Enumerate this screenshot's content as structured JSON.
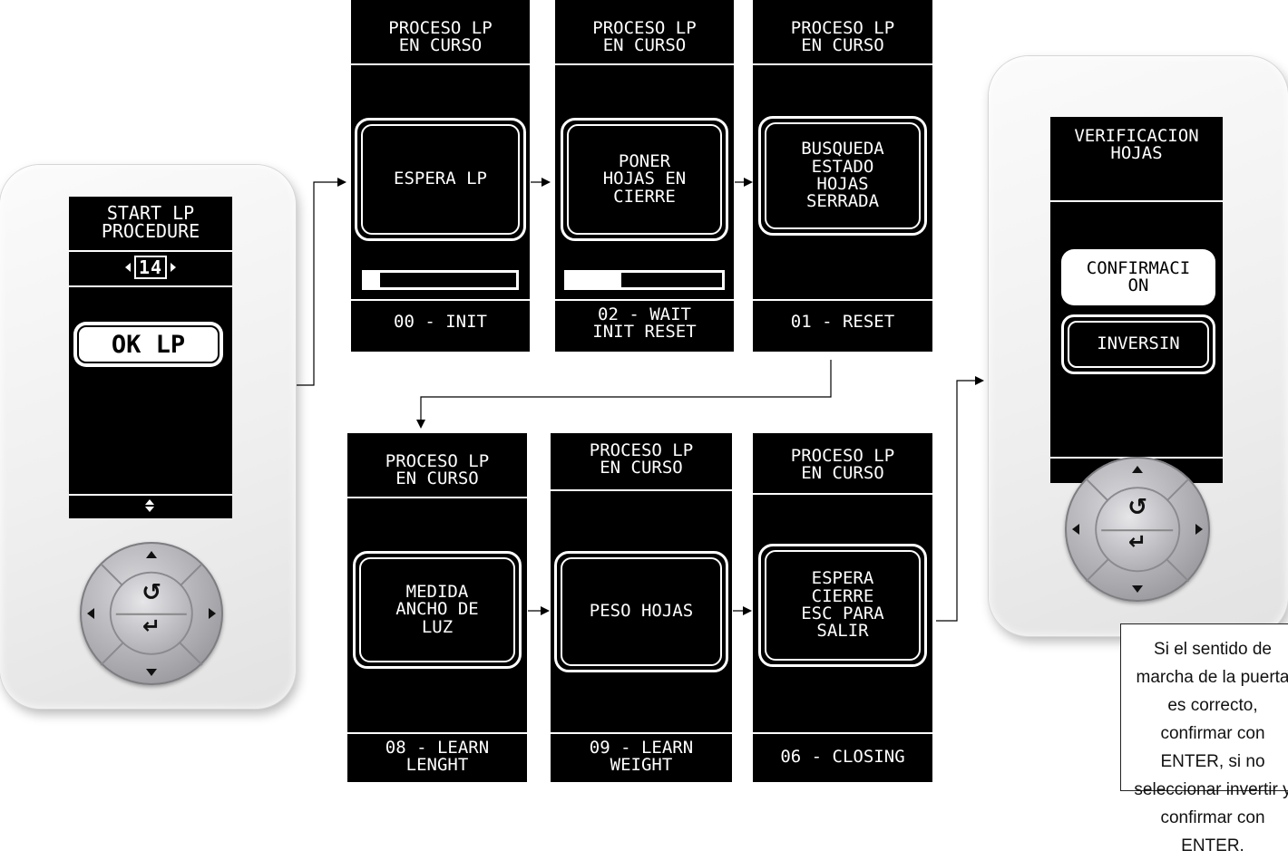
{
  "device_start": {
    "title": "START LP\nPROCEDURE",
    "selector_value": "14",
    "button_label": "OK LP"
  },
  "steps_top": [
    {
      "header": "PROCESO LP\nEN CURSO",
      "message": "ESPERA LP",
      "progress": 0.1,
      "status": "00 - INIT"
    },
    {
      "header": "PROCESO LP\nEN CURSO",
      "message": "PONER\nHOJAS EN\nCIERRE",
      "progress": 0.35,
      "status": "02 - WAIT\nINIT RESET"
    },
    {
      "header": "PROCESO LP\nEN CURSO",
      "message": "BUSQUEDA\nESTADO\nHOJAS\nSERRADA",
      "status": "01 - RESET"
    }
  ],
  "steps_bottom": [
    {
      "header": "PROCESO LP\nEN CURSO",
      "message": "MEDIDA\nANCHO DE\nLUZ",
      "status": "08 - LEARN\nLENGHT"
    },
    {
      "header": "PROCESO LP\nEN CURSO",
      "message": "PESO HOJAS",
      "status": "09 - LEARN\nWEIGHT"
    },
    {
      "header": "PROCESO LP\nEN CURSO",
      "message": "ESPERA\nCIERRE\nESC PARA\nSALIR",
      "status": "06 - CLOSING"
    }
  ],
  "device_verify": {
    "title": "VERIFICACION\nHOJAS",
    "option_selected": "CONFIRMACI\nON",
    "option_other": "INVERSIN"
  },
  "note": "Si el sentido de marcha de la puerta es correcto, confirmar con ENTER, si no seleccionar invertir y confirmar con ENTER.",
  "icons": {
    "scroll": "up-down-arrows",
    "dpad_center": [
      "rotate-back",
      "enter-return"
    ]
  },
  "colors": {
    "screen": "#000000",
    "text": "#ffffff",
    "device": "#efefef",
    "dpad": "#a9a9ae"
  }
}
